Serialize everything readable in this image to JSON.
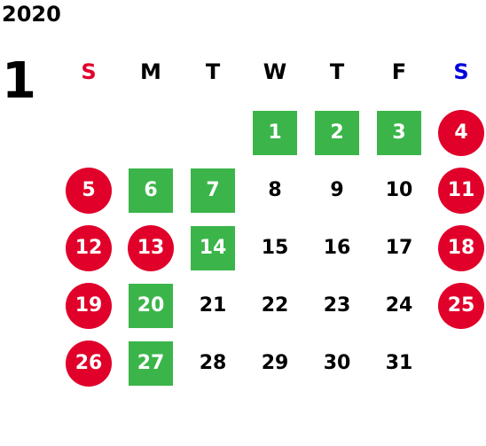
{
  "year": "2020",
  "month": "1",
  "weekdays": [
    {
      "label": "S",
      "color": "#e0002a"
    },
    {
      "label": "M",
      "color": "#000000"
    },
    {
      "label": "T",
      "color": "#000000"
    },
    {
      "label": "W",
      "color": "#000000"
    },
    {
      "label": "T",
      "color": "#000000"
    },
    {
      "label": "F",
      "color": "#000000"
    },
    {
      "label": "S",
      "color": "#0000dd"
    }
  ],
  "colors": {
    "holiday": "#e0002a",
    "special": "#3bb54a",
    "normal": "#000000"
  },
  "days": [
    {
      "label": "",
      "type": "empty"
    },
    {
      "label": "",
      "type": "empty"
    },
    {
      "label": "",
      "type": "empty"
    },
    {
      "label": "1",
      "type": "special"
    },
    {
      "label": "2",
      "type": "special"
    },
    {
      "label": "3",
      "type": "special"
    },
    {
      "label": "4",
      "type": "holiday"
    },
    {
      "label": "5",
      "type": "holiday"
    },
    {
      "label": "6",
      "type": "special"
    },
    {
      "label": "7",
      "type": "special"
    },
    {
      "label": "8",
      "type": "normal"
    },
    {
      "label": "9",
      "type": "normal"
    },
    {
      "label": "10",
      "type": "normal"
    },
    {
      "label": "11",
      "type": "holiday"
    },
    {
      "label": "12",
      "type": "holiday"
    },
    {
      "label": "13",
      "type": "holiday"
    },
    {
      "label": "14",
      "type": "special"
    },
    {
      "label": "15",
      "type": "normal"
    },
    {
      "label": "16",
      "type": "normal"
    },
    {
      "label": "17",
      "type": "normal"
    },
    {
      "label": "18",
      "type": "holiday"
    },
    {
      "label": "19",
      "type": "holiday"
    },
    {
      "label": "20",
      "type": "special"
    },
    {
      "label": "21",
      "type": "normal"
    },
    {
      "label": "22",
      "type": "normal"
    },
    {
      "label": "23",
      "type": "normal"
    },
    {
      "label": "24",
      "type": "normal"
    },
    {
      "label": "25",
      "type": "holiday"
    },
    {
      "label": "26",
      "type": "holiday"
    },
    {
      "label": "27",
      "type": "special"
    },
    {
      "label": "28",
      "type": "normal"
    },
    {
      "label": "29",
      "type": "normal"
    },
    {
      "label": "30",
      "type": "normal"
    },
    {
      "label": "31",
      "type": "normal"
    }
  ]
}
